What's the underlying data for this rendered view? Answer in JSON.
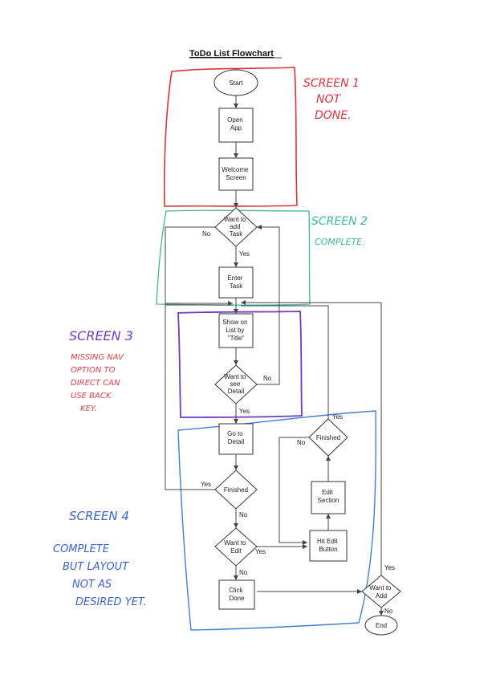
{
  "title": "ToDo List Flowchart",
  "colors": {
    "screen1": "#d9343a",
    "screen2": "#3fb79a",
    "screen3": "#6d3bc1",
    "screen4": "#3f7fd6",
    "note3": "#e0434b",
    "note4": "#3b63c9",
    "line": "#444444"
  },
  "nodes": {
    "start": "Start",
    "open_app": [
      "Open",
      "App"
    ],
    "welcome": [
      "Welcome",
      "Screen"
    ],
    "want_add_task": [
      "Want to",
      "add",
      "Task"
    ],
    "enter_task": [
      "Enter",
      "Task"
    ],
    "show_list": [
      "Show on",
      "List by",
      "\"Title\""
    ],
    "want_see_detail": [
      "Want to",
      "see",
      "Detail"
    ],
    "go_detail": [
      "Go to",
      "Detail"
    ],
    "finished_left": "Finished",
    "want_edit": [
      "Want to",
      "Edit"
    ],
    "click_done": [
      "Click",
      "Done"
    ],
    "hit_edit": [
      "Hit Edit",
      "Button"
    ],
    "edit_section": [
      "Edit",
      "Section"
    ],
    "finished_right": "Finished",
    "want_add": [
      "Want to",
      "Add"
    ],
    "end": "End"
  },
  "edge_labels": {
    "no_add_task": "No",
    "yes_add_task": "Yes",
    "no_see_detail": "No",
    "yes_see_detail": "Yes",
    "yes_finished_left": "Yes",
    "no_finished_left": "No",
    "yes_want_edit": "Yes",
    "no_want_edit": "No",
    "yes_finished_right": "Yes",
    "no_finished_right": "No",
    "yes_want_add": "Yes",
    "no_want_add": "No"
  },
  "annotations": {
    "screen1": [
      "SCREEN 1",
      "NOT",
      "DONE."
    ],
    "screen2": [
      "SCREEN 2",
      "COMPLETE."
    ],
    "screen3": [
      "SCREEN 3",
      "MISSING NAV",
      "OPTION TO",
      "DIRECT CAN",
      "USE BACK",
      "KEY."
    ],
    "screen4": [
      "SCREEN 4",
      "COMPLETE",
      "BUT LAYOUT",
      "NOT AS",
      "DESIRED YET."
    ]
  }
}
